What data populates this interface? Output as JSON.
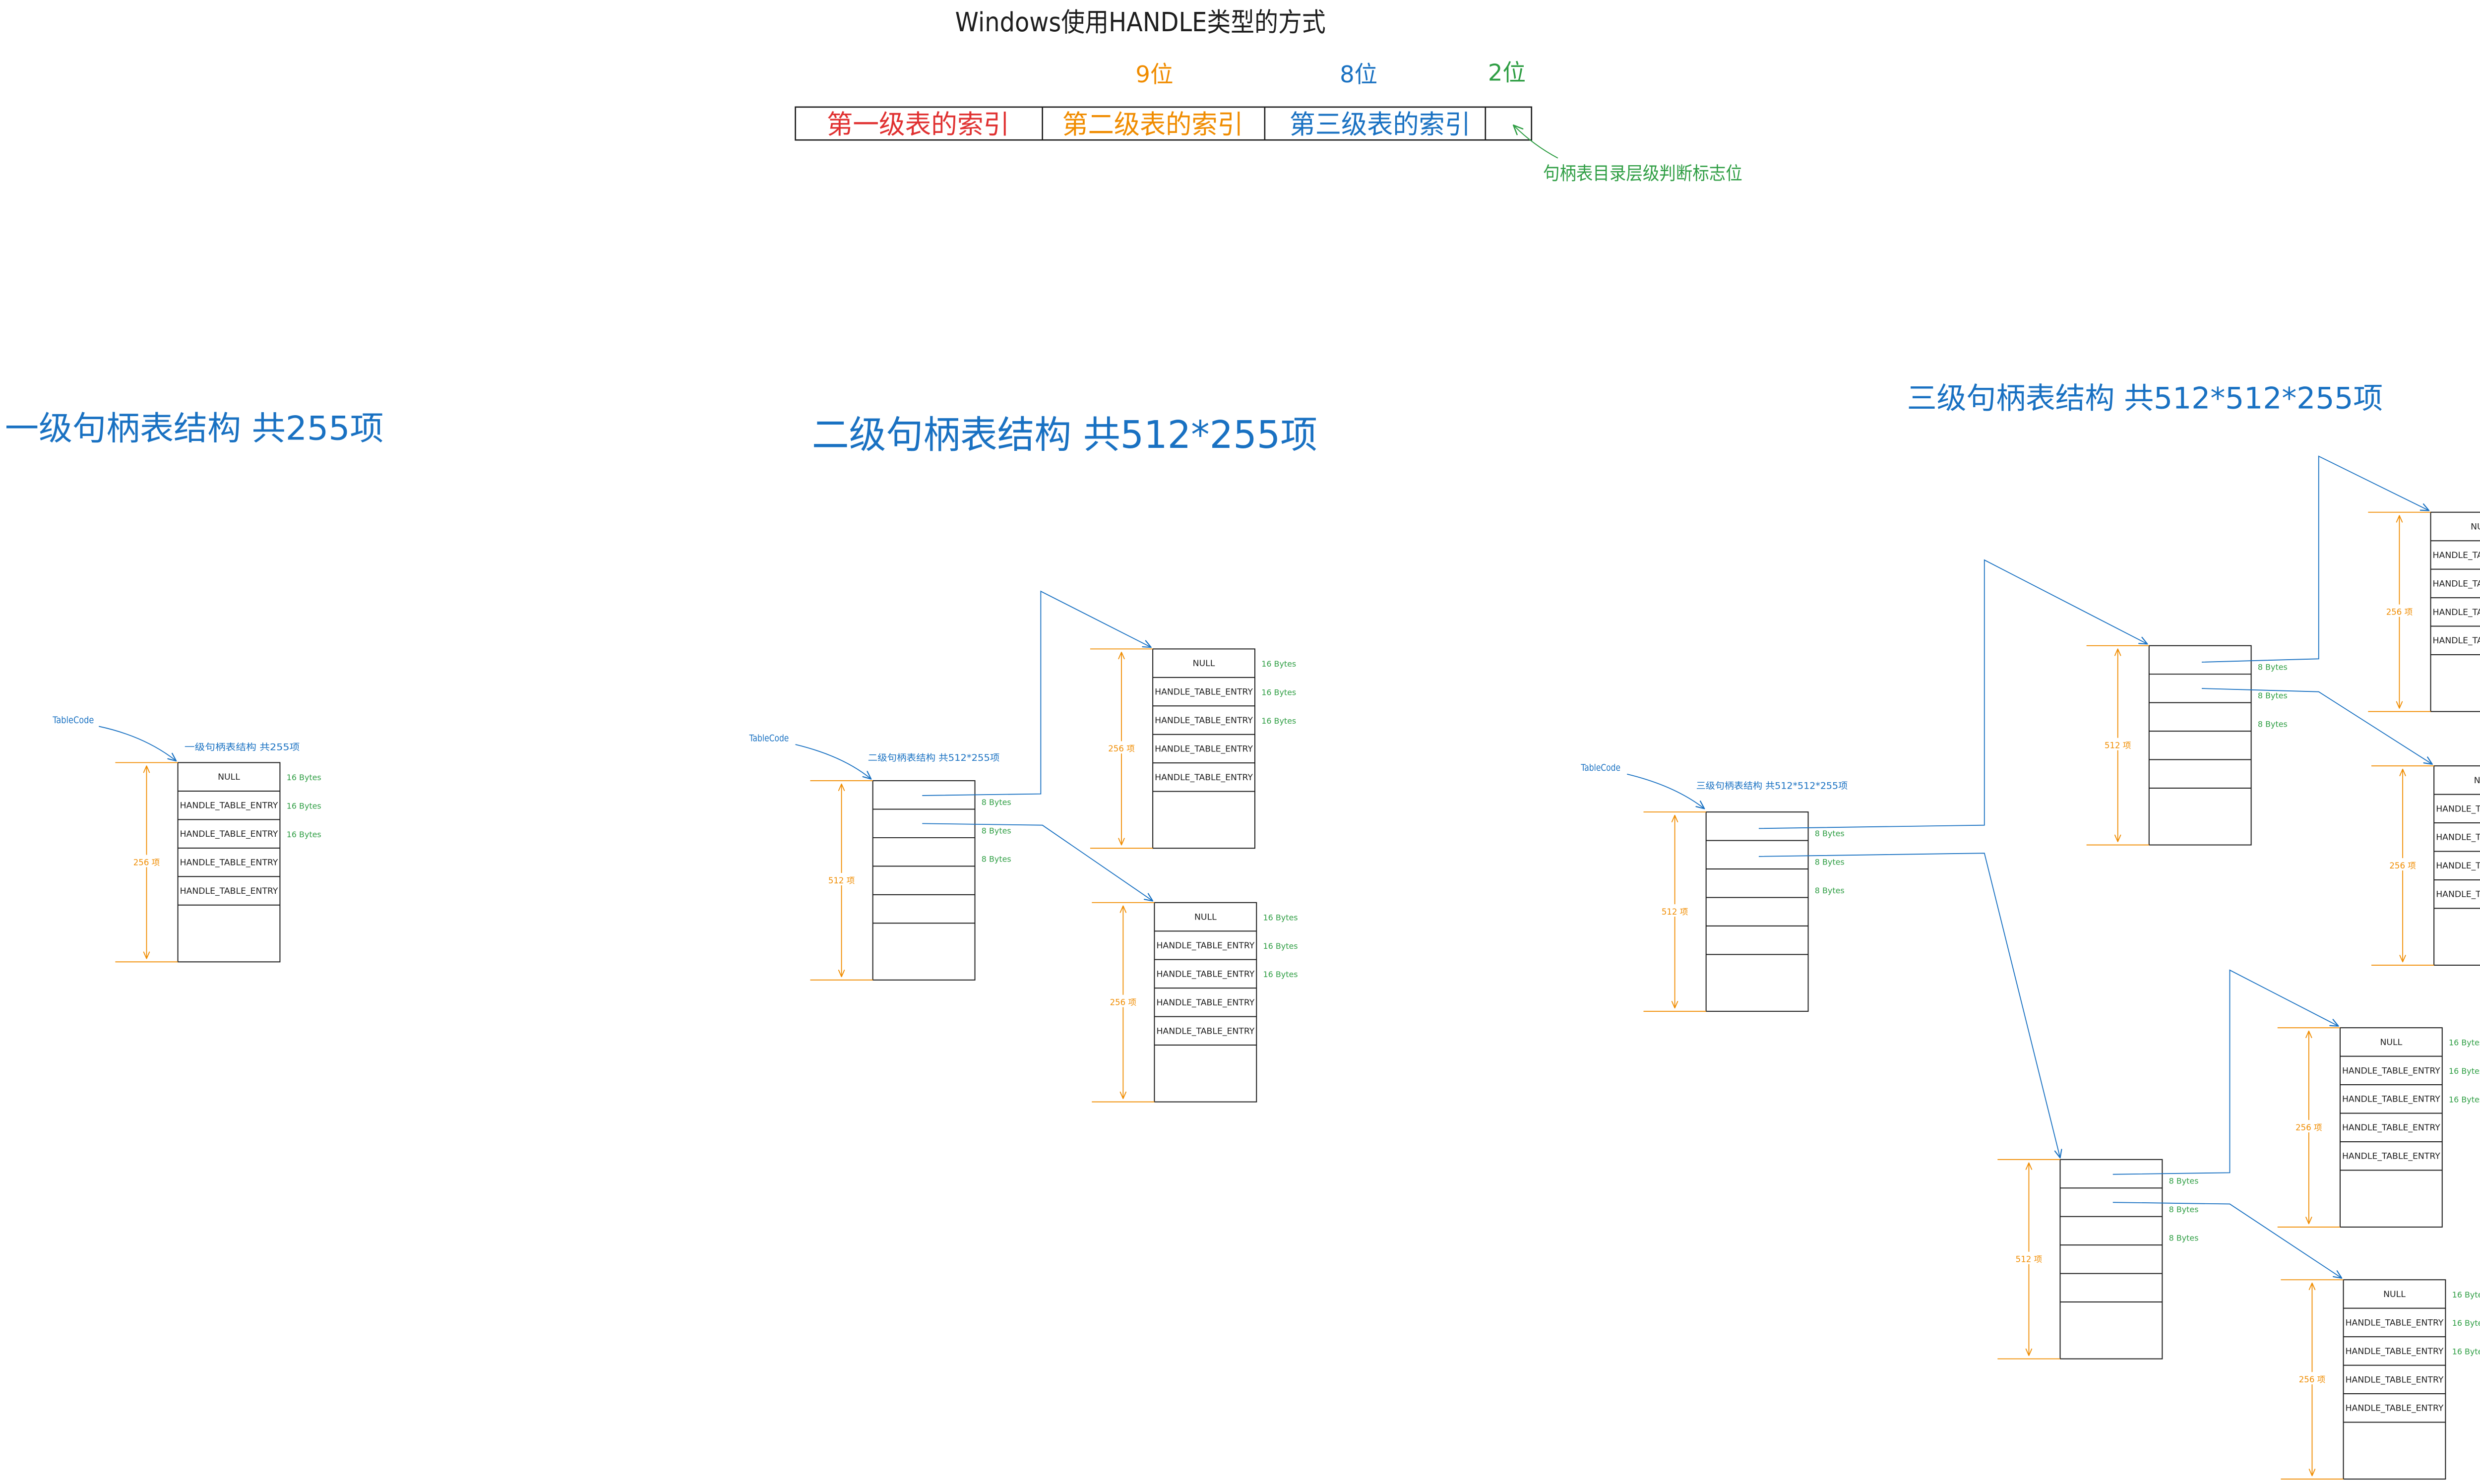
{
  "title": "Windows使用HANDLE类型的方式",
  "handle_layout": {
    "bit_labels": [
      "9位",
      "8位",
      "2位"
    ],
    "fields": [
      "第一级表的索引",
      "第二级表的索引",
      "第三级表的索引"
    ],
    "flag_note": "句柄表目录层级判断标志位"
  },
  "levels": [
    {
      "heading": "一级句柄表结构   共255项",
      "table_code": "TableCode",
      "caption": "一级句柄表结构   共255项"
    },
    {
      "heading": "二级句柄表结构  共512*255项",
      "table_code": "TableCode",
      "caption": "二级句柄表结构  共512*255项"
    },
    {
      "heading": "三级句柄表结构  共512*512*255项",
      "table_code": "TableCode",
      "caption": "三级句柄表结构  共512*512*255项"
    }
  ],
  "entry_table": {
    "rows": [
      "NULL",
      "HANDLE_TABLE_ENTRY",
      "HANDLE_TABLE_ENTRY",
      "HANDLE_TABLE_ENTRY",
      "HANDLE_TABLE_ENTRY"
    ],
    "entry_size": "16 Bytes",
    "count": "256 项"
  },
  "pointer_table": {
    "entry_size": "8 Bytes",
    "count": "512 项"
  },
  "colors": {
    "text": "#1e1e1e",
    "line": "#1e1e1e",
    "red": "#e03131",
    "orange": "#f08c00",
    "blue": "#1971c2",
    "green": "#2f9e44"
  }
}
